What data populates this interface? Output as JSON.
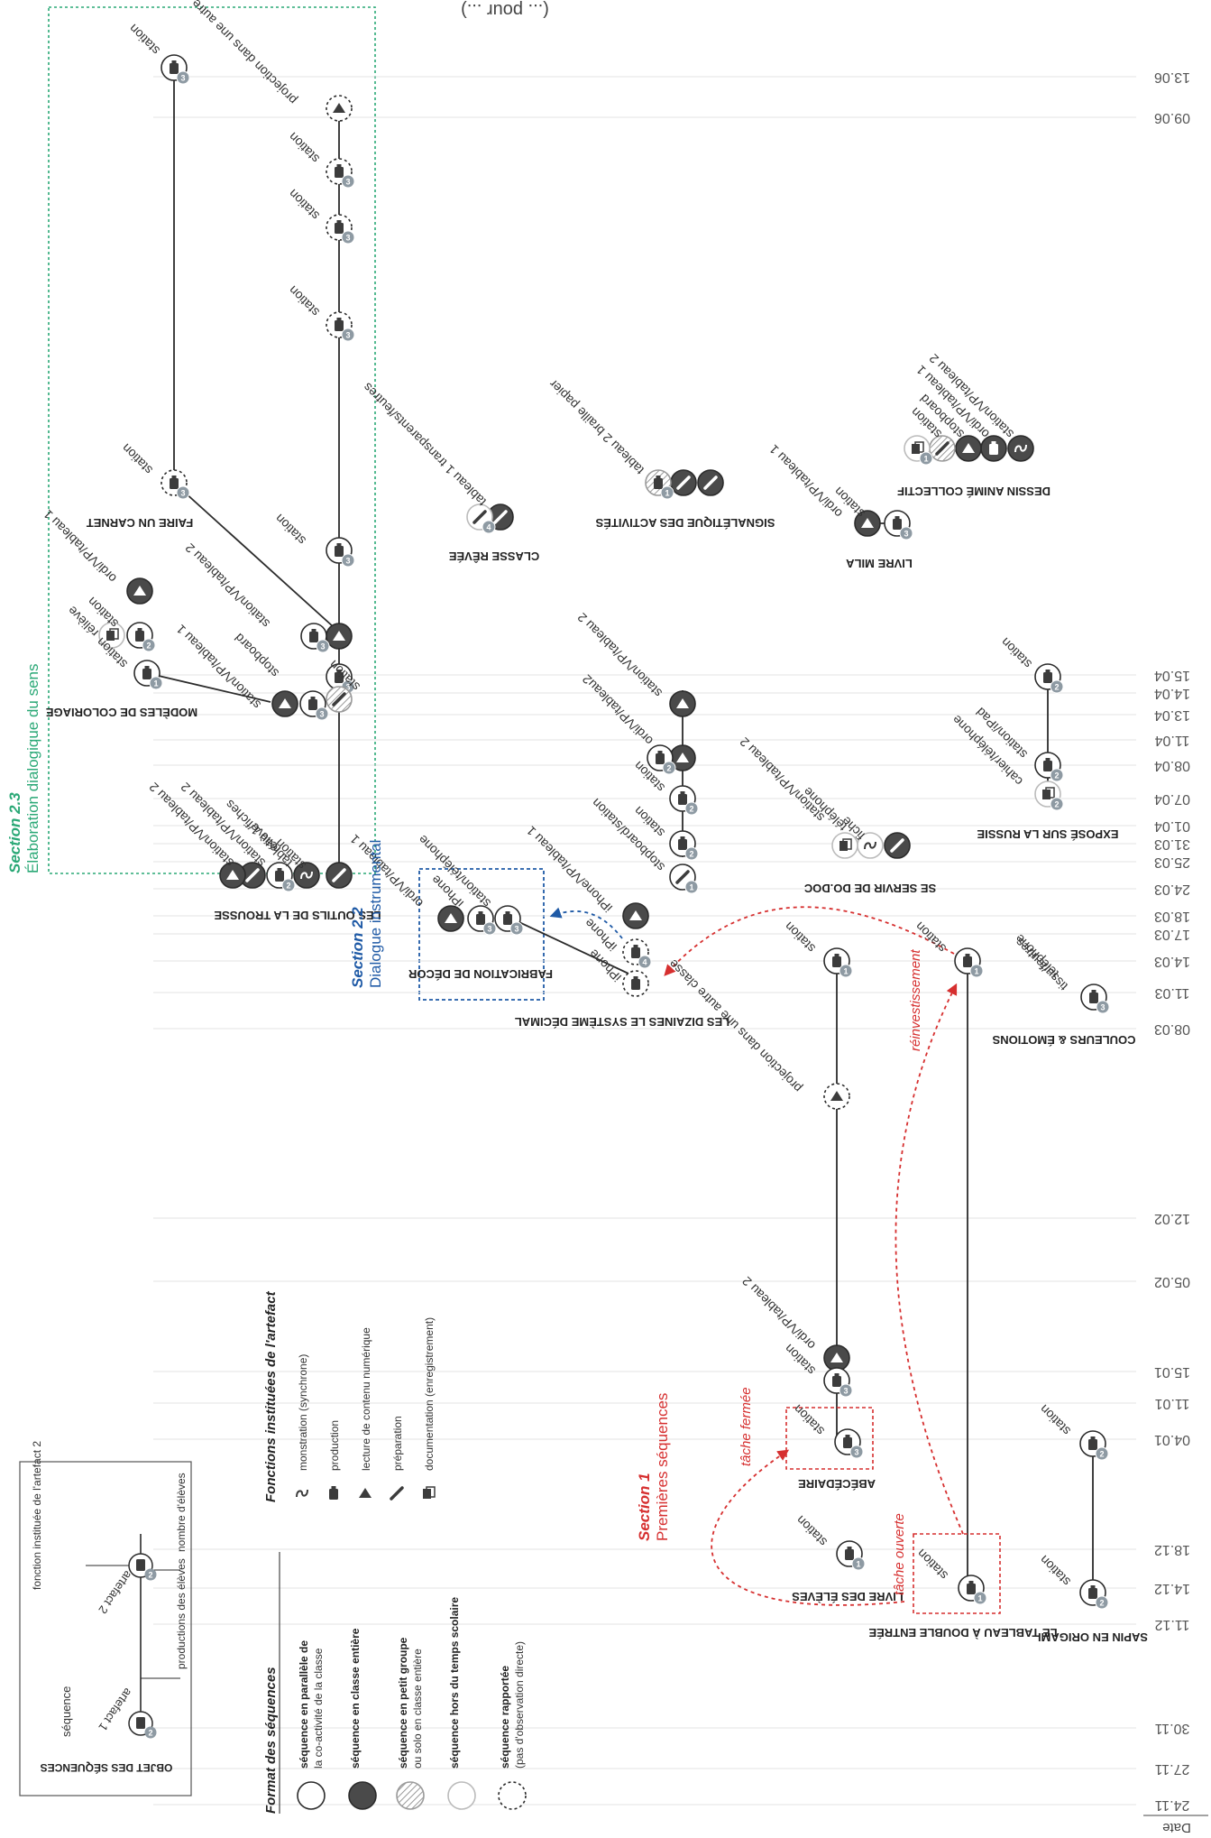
{
  "header_text": "(... pour ...)",
  "date_axis": {
    "label": "Date",
    "ticks": [
      "24.11",
      "27.11",
      "30.11",
      "11.12",
      "14.12",
      "18.12",
      "04.01",
      "11.01",
      "15.01",
      "05.02",
      "12.02",
      "08.03",
      "11.03",
      "14.03",
      "17.03",
      "18.03",
      "24.03",
      "25.03",
      "31.03",
      "01.04",
      "07.04",
      "08.04",
      "11.04",
      "13.04",
      "14.04",
      "15.04",
      "09.06",
      "13.06"
    ]
  },
  "sections": [
    {
      "number": "Section 1",
      "title": "Premières séquences",
      "color": "#d62f2f"
    },
    {
      "number": "Section 2.2",
      "title": "Dialogue instrumental",
      "color": "#1f5aa6"
    },
    {
      "number": "Section 2.3",
      "title": "Élaboration dialogique du sens",
      "color": "#2aa876"
    }
  ],
  "annotations": {
    "tache_fermee": "tâche fermée",
    "tache_ouverte": "tâche ouverte",
    "reinvestissement": "réinvestissement"
  },
  "sequences": [
    {
      "id": "sapin",
      "title": "SAPIN EN ORIGAMI"
    },
    {
      "id": "tableau",
      "title": "LE TABLEAU À DOUBLE ENTRÉE"
    },
    {
      "id": "livre_eleves",
      "title": "LIVRE DES ÉLÈVES"
    },
    {
      "id": "abecedaire",
      "title": "ABÉCÉDAIRE"
    },
    {
      "id": "couleurs",
      "title": "COULEURS & ÉMOTIONS"
    },
    {
      "id": "dizaines",
      "title": "LES DIZAINES LE SYSTÈME DÉCIMAL"
    },
    {
      "id": "fabrication",
      "title": "FABRICATION DE DÉCOR"
    },
    {
      "id": "outils",
      "title": "LES OUTILS DE LA TROUSSE"
    },
    {
      "id": "modeles",
      "title": "MODÈLES DE COLORIAGE"
    },
    {
      "id": "carnet",
      "title": "FAIRE UN CARNET"
    },
    {
      "id": "servir",
      "title": "SE SERVIR DE DO.DOC"
    },
    {
      "id": "russie",
      "title": "EXPOSÉ SUR LA RUSSIE"
    },
    {
      "id": "mila",
      "title": "LIVRE MILA"
    },
    {
      "id": "classe_reve",
      "title": "CLASSE RÊVÉE"
    },
    {
      "id": "signaletique",
      "title": "SIGNALÉTIQUE DES ACTIVITÉS"
    },
    {
      "id": "dessin",
      "title": "DESSIN ANIMÉ COLLECTIF"
    }
  ],
  "artifact_labels": {
    "station": "station",
    "projection": "projection dans une autre classe",
    "ordi_vp_tableau2": "ordi/VP/tableau 2",
    "ordi_vp_tableau1": "ordi/VP/tableau 1",
    "station_vp_tableau2": "station/VP/tableau 2",
    "station_vp_tableau1": "station/VP/tableau 1",
    "stopboard": "stopboard",
    "iphone": "iPhone",
    "iphone_vp_tableau1": "iPhone/VP/tableau 1",
    "stopboard_station": "stopboard/station",
    "station_telephone": "station/téléphone",
    "tableau1_fiches": "tableau 1/fiches",
    "relieve": "réliève",
    "telephone": "téléphone",
    "fiche": "fiche",
    "cahier_telephone": "cahier/téléphone",
    "station_ipad": "station/iPad",
    "tissu_feutres": "tissu/feutres",
    "tableau1_transparents": "tableau 1 transparents/feutres",
    "tableau2_braille": "tableau 2 braille papier",
    "ordi_vp_tableau2b": "ordi/VP/tableau2"
  },
  "legend_box": {
    "title": "OBJET DES SÉQUENCES",
    "sequence": "séquence",
    "artefact1": "artefact 1",
    "artefact2": "artefact 2",
    "fonction": "fonction instituée de l'artefact 2",
    "productions": "productions des élèves",
    "nombre": "nombre d'élèves"
  },
  "legend_functions": {
    "title": "Fonctions instituées de l'artefact",
    "items": [
      "monstration (synchrone)",
      "production",
      "lecture de contenu numérique",
      "préparation",
      "documentation (enregistrement)"
    ]
  },
  "legend_formats": {
    "title": "Format des séquences",
    "items": [
      {
        "bold": "séquence en parallèle de",
        "normal": "la co-activité de la classe"
      },
      {
        "bold": "séquence en classe entière",
        "normal": ""
      },
      {
        "bold": "séquence en petit groupe",
        "normal": "ou solo en classe entière"
      },
      {
        "bold": "séquence hors du temps scolaire",
        "normal": ""
      },
      {
        "bold": "séquence rapportée",
        "normal": "(pas d'observation directe)"
      }
    ]
  },
  "colors": {
    "ink": "#2b2b2b",
    "dark_node": "#4a4a4a",
    "badge": "#8e9aa3",
    "section1": "#d62f2f",
    "section22": "#1f5aa6",
    "section23": "#2aa876",
    "grid": "#e3e3e3"
  }
}
